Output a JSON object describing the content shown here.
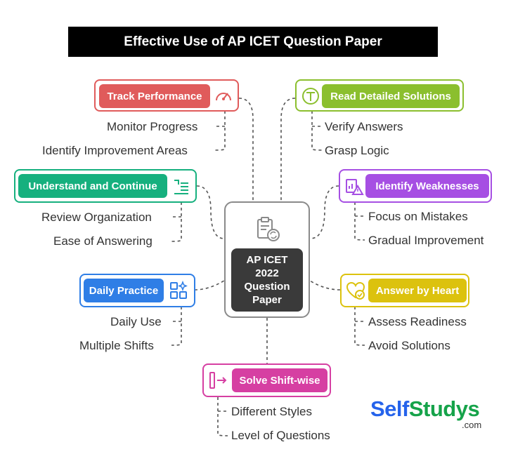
{
  "title": "Effective Use of AP ICET Question Paper",
  "center": {
    "line1": "AP ICET",
    "line2": "2022",
    "line3": "Question",
    "line4": "Paper"
  },
  "branches": [
    {
      "id": "track",
      "label": "Track Performance",
      "color": "#e05b5b",
      "icon": "speedometer-icon",
      "subs": [
        "Monitor Progress",
        "Identify Improvement Areas"
      ]
    },
    {
      "id": "understand",
      "label": "Understand and Continue",
      "color": "#16b07e",
      "icon": "list-arrow-icon",
      "subs": [
        "Review Organization",
        "Ease of Answering"
      ]
    },
    {
      "id": "daily",
      "label": "Daily Practice",
      "color": "#2f7ee6",
      "icon": "grid-sparkle-icon",
      "subs": [
        "Daily Use",
        "Multiple Shifts"
      ]
    },
    {
      "id": "shift",
      "label": "Solve Shift-wise",
      "color": "#d63fa2",
      "icon": "arrow-bar-icon",
      "subs": [
        "Different Styles",
        "Level of Questions"
      ]
    },
    {
      "id": "read",
      "label": "Read Detailed Solutions",
      "color": "#8bbf2e",
      "icon": "text-clock-icon",
      "subs": [
        "Verify Answers",
        "Grasp Logic"
      ]
    },
    {
      "id": "weak",
      "label": "Identify Weaknesses",
      "color": "#a64fe3",
      "icon": "warning-chart-icon",
      "subs": [
        "Focus on Mistakes",
        "Gradual Improvement"
      ]
    },
    {
      "id": "heart",
      "label": "Answer by Heart",
      "color": "#dcc20e",
      "icon": "heart-check-icon",
      "subs": [
        "Assess Readiness",
        "Avoid Solutions"
      ]
    }
  ],
  "logo": {
    "part1": "Self",
    "part2": "Studys",
    "domain": ".com",
    "color1": "#2563eb",
    "color2": "#16a34a"
  }
}
